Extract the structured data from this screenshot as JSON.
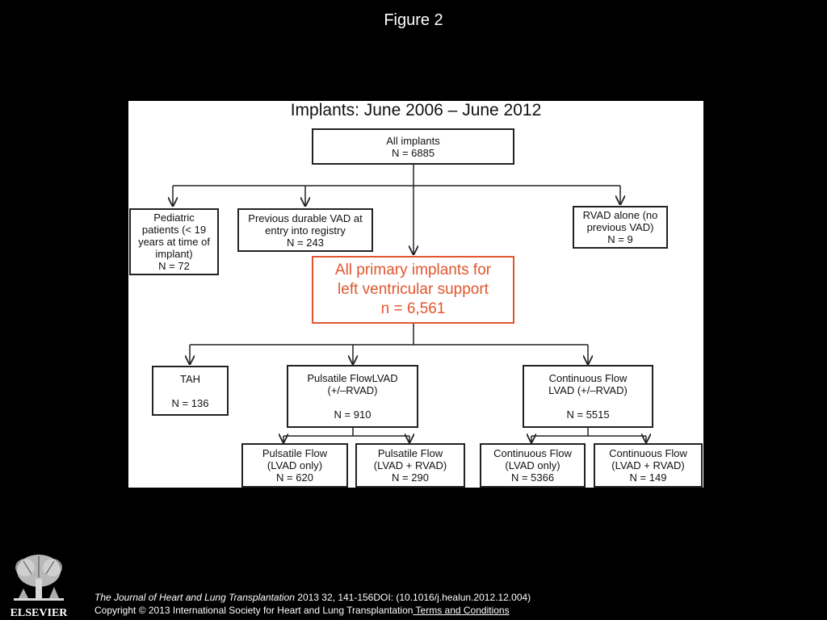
{
  "figure_title": "Figure 2",
  "diagram": {
    "title": "Implants:  June 2006 – June 2012",
    "nodes": {
      "all": {
        "lines": [
          "All implants",
          "N = 6885"
        ]
      },
      "pediatric": {
        "lines": [
          "Pediatric",
          "patients (< 19",
          "years at time of",
          "implant)",
          "N = 72"
        ]
      },
      "previous": {
        "lines": [
          "Previous durable VAD at",
          "entry into registry",
          "N = 243"
        ]
      },
      "rvad": {
        "lines": [
          "RVAD alone (no",
          "previous VAD)",
          "N = 9"
        ]
      },
      "primary": {
        "lines": [
          "All primary implants for",
          "left ventricular support",
          "n = 6,561"
        ]
      },
      "tah": {
        "label": "TAH",
        "n": "N = 136"
      },
      "pulsatile": {
        "lines": [
          "Pulsatile FlowLVAD",
          "(+/–RVAD)"
        ],
        "n": "N = 910"
      },
      "continuous": {
        "lines": [
          "Continuous Flow",
          "LVAD (+/–RVAD)"
        ],
        "n": "N = 5515"
      },
      "pf_lvad": {
        "lines": [
          "Pulsatile Flow",
          "(LVAD only)",
          "N = 620"
        ]
      },
      "pf_rvad": {
        "lines": [
          "Pulsatile Flow",
          "(LVAD + RVAD)",
          "N = 290"
        ]
      },
      "cf_lvad": {
        "lines": [
          "Continuous Flow",
          "(LVAD only)",
          "N = 5366"
        ]
      },
      "cf_rvad": {
        "lines": [
          "Continuous Flow",
          "(LVAD + RVAD)",
          "N = 149"
        ]
      }
    }
  },
  "footer": {
    "journal": "The Journal of Heart and Lung Transplantation",
    "citation": " 2013 32, 141-156DOI: (10.1016/j.healun.2012.12.004)",
    "copyright": "Copyright © 2013 International Society for Heart and Lung Transplantation",
    "terms": " Terms and Conditions"
  },
  "logo": {
    "name": "elsevier-logo",
    "text": "ELSEVIER"
  },
  "colors": {
    "background": "#000000",
    "panel": "#ffffff",
    "highlight": "#e2562e"
  }
}
